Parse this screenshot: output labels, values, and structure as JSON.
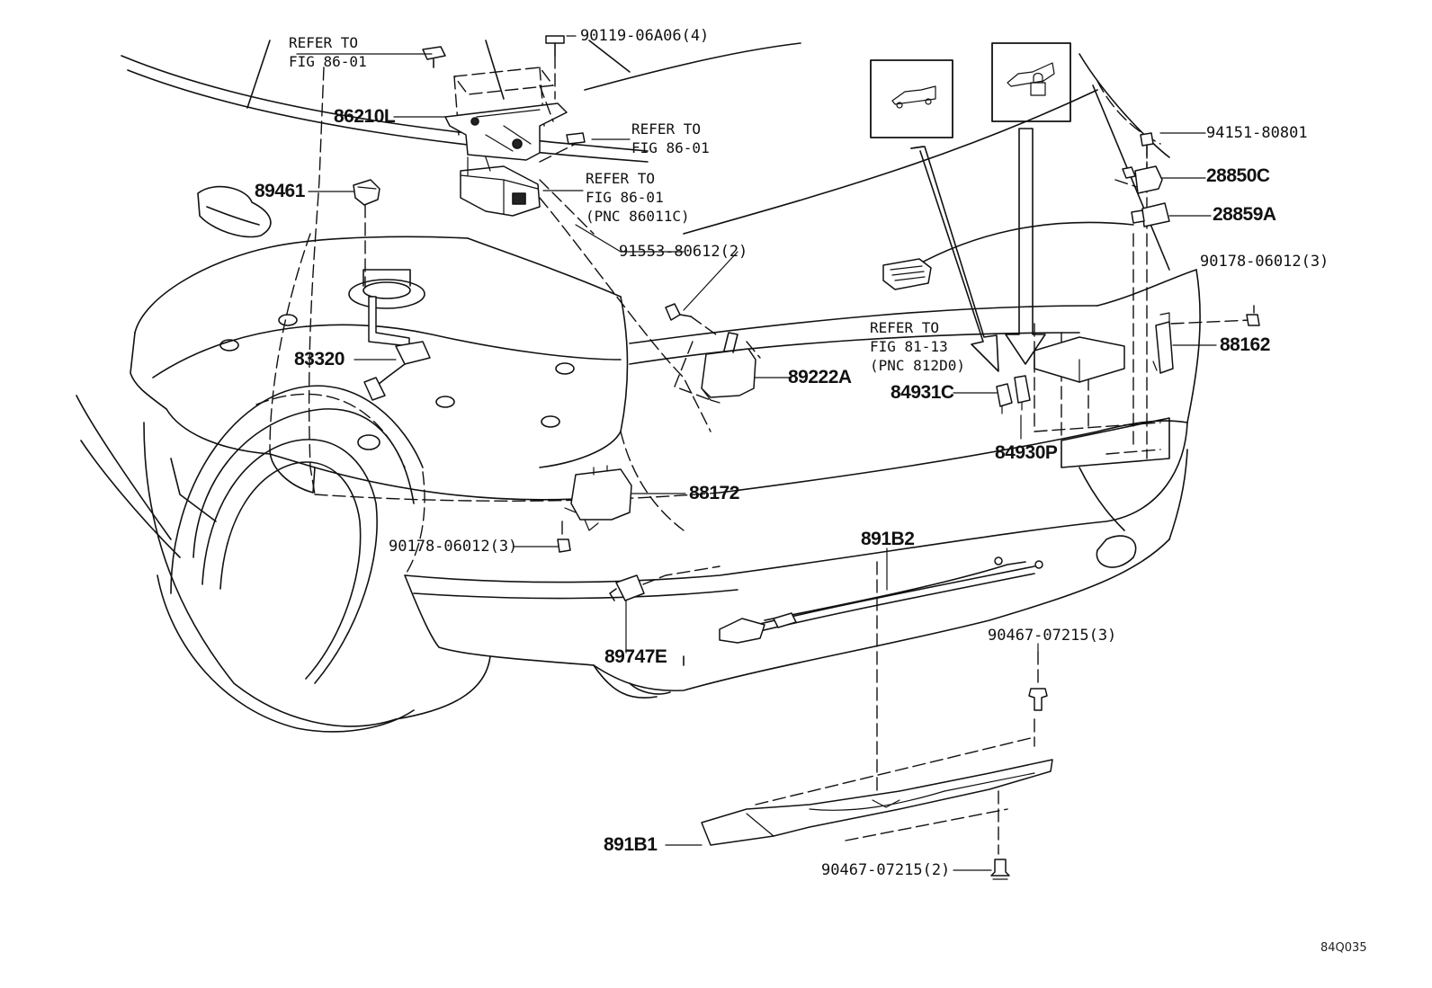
{
  "diagram_code": "84Q035",
  "refs": [
    {
      "id": "ref1",
      "lines": [
        "REFER TO",
        "FIG 86-01"
      ]
    },
    {
      "id": "ref2",
      "lines": [
        "REFER TO",
        "FIG 86-01"
      ]
    },
    {
      "id": "ref3",
      "lines": [
        "REFER TO",
        "FIG 86-01",
        "(PNC 86011C)"
      ]
    },
    {
      "id": "ref4",
      "lines": [
        "REFER TO",
        "FIG 81-13",
        "(PNC 812D0)"
      ]
    }
  ],
  "parts": [
    {
      "id": "p90119",
      "label": "90119-06A06(4)",
      "kind": "small"
    },
    {
      "id": "p86210L",
      "label": "86210L",
      "kind": "big"
    },
    {
      "id": "p89461",
      "label": "89461",
      "kind": "big"
    },
    {
      "id": "p91553",
      "label": "91553-80612(2)",
      "kind": "small"
    },
    {
      "id": "p83320",
      "label": "83320",
      "kind": "big"
    },
    {
      "id": "p89222A",
      "label": "89222A",
      "kind": "big"
    },
    {
      "id": "p88172",
      "label": "88172",
      "kind": "big"
    },
    {
      "id": "p90178a",
      "label": "90178-06012(3)",
      "kind": "small"
    },
    {
      "id": "p94151",
      "label": "94151-80801",
      "kind": "small"
    },
    {
      "id": "p28850C",
      "label": "28850C",
      "kind": "big"
    },
    {
      "id": "p28859A",
      "label": "28859A",
      "kind": "big"
    },
    {
      "id": "p90178b",
      "label": "90178-06012(3)",
      "kind": "small"
    },
    {
      "id": "p88162",
      "label": "88162",
      "kind": "big"
    },
    {
      "id": "p84931C",
      "label": "84931C",
      "kind": "big"
    },
    {
      "id": "p84930P",
      "label": "84930P",
      "kind": "big"
    },
    {
      "id": "p891B2",
      "label": "891B2",
      "kind": "big"
    },
    {
      "id": "p89747E",
      "label": "89747E",
      "kind": "big"
    },
    {
      "id": "p90467a",
      "label": "90467-07215(3)",
      "kind": "small"
    },
    {
      "id": "p891B1",
      "label": "891B1",
      "kind": "big"
    },
    {
      "id": "p90467b",
      "label": "90467-07215(2)",
      "kind": "small"
    }
  ],
  "icons": [
    {
      "id": "icon-vehicle",
      "name": "vehicle-side-icon"
    },
    {
      "id": "icon-lock",
      "name": "vehicle-lock-icon"
    }
  ]
}
